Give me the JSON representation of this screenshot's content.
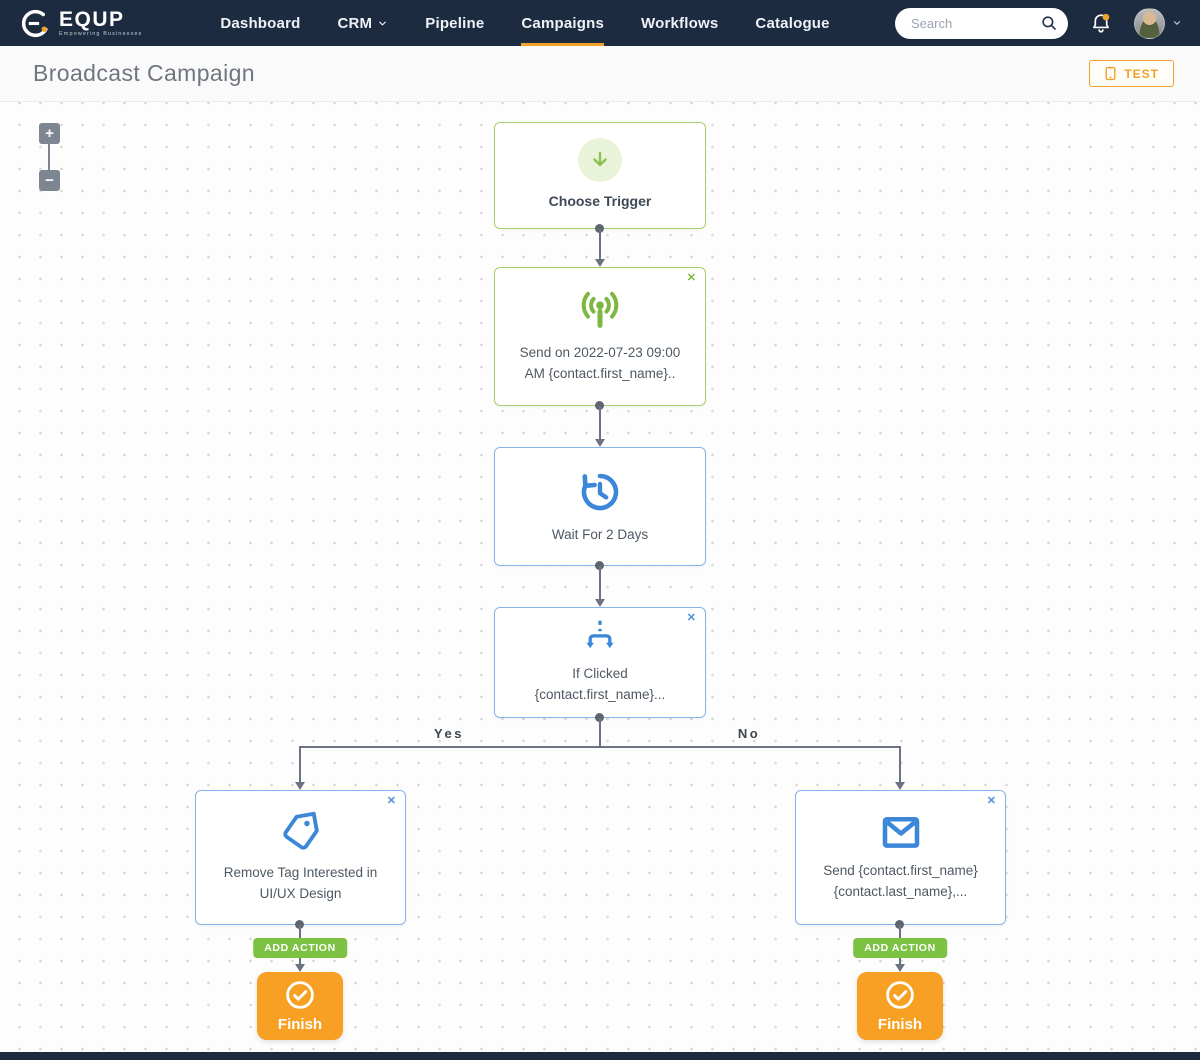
{
  "nav": {
    "brand": {
      "name": "EQUP",
      "tagline": "Empowering Businesses"
    },
    "items": [
      {
        "label": "Dashboard"
      },
      {
        "label": "CRM"
      },
      {
        "label": "Pipeline"
      },
      {
        "label": "Campaigns",
        "active": true
      },
      {
        "label": "Workflows"
      },
      {
        "label": "Catalogue"
      }
    ],
    "search": {
      "placeholder": "Search"
    }
  },
  "header": {
    "title": "Broadcast Campaign",
    "test_button_label": "TEST"
  },
  "canvas": {
    "zoom_in": "+",
    "zoom_out": "−",
    "close_glyph": "✕",
    "nodes": [
      {
        "id": "choose-trigger",
        "title": "Choose Trigger"
      },
      {
        "id": "send-broadcast",
        "lines": [
          "Send on 2022-07-23 09:00",
          "AM {contact.first_name}.."
        ]
      },
      {
        "id": "wait",
        "lines": [
          "Wait For 2 Days"
        ]
      },
      {
        "id": "if-clicked",
        "lines": [
          "If Clicked",
          "{contact.first_name}..."
        ]
      },
      {
        "id": "remove-tag",
        "lines": [
          "Remove Tag Interested in",
          "UI/UX Design"
        ]
      },
      {
        "id": "send-email",
        "lines": [
          "Send {contact.first_name}",
          "{contact.last_name},..."
        ]
      }
    ],
    "branch_labels": {
      "yes": "Yes",
      "no": "No"
    },
    "add_action_label": "ADD ACTION",
    "finish_label": "Finish"
  },
  "colors": {
    "navbar_bg": "#1c2b3f",
    "accent_orange": "#f0a12c",
    "node_green": "#7cb83f",
    "node_green_border": "#a6cf72",
    "node_blue": "#3d87d8",
    "node_blue_border": "#86b4ea",
    "add_action_green": "#7cc142",
    "finish_orange": "#f7a023",
    "connector_gray": "#6b7380"
  }
}
